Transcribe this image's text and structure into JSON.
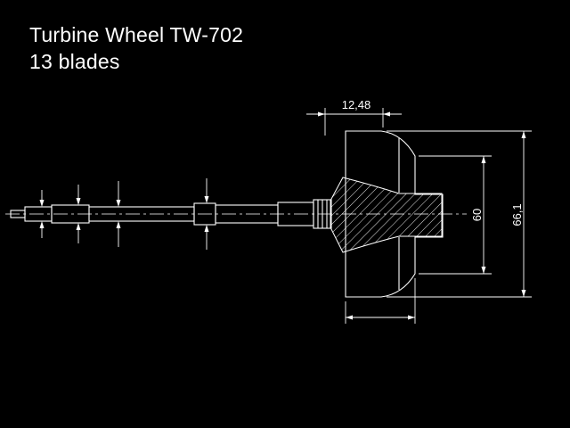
{
  "title": {
    "line1": "Turbine Wheel TW-702",
    "line2": "13 blades"
  },
  "drawing": {
    "part_name": "Turbine Wheel",
    "part_number": "TW-702",
    "blade_count": "13",
    "dim_hub_width": "12,48",
    "dim_diameter_inner": "60",
    "dim_diameter_outer": "66,1"
  },
  "colors": {
    "background": "#000000",
    "line": "#ffffff",
    "text": "#ffffff"
  }
}
